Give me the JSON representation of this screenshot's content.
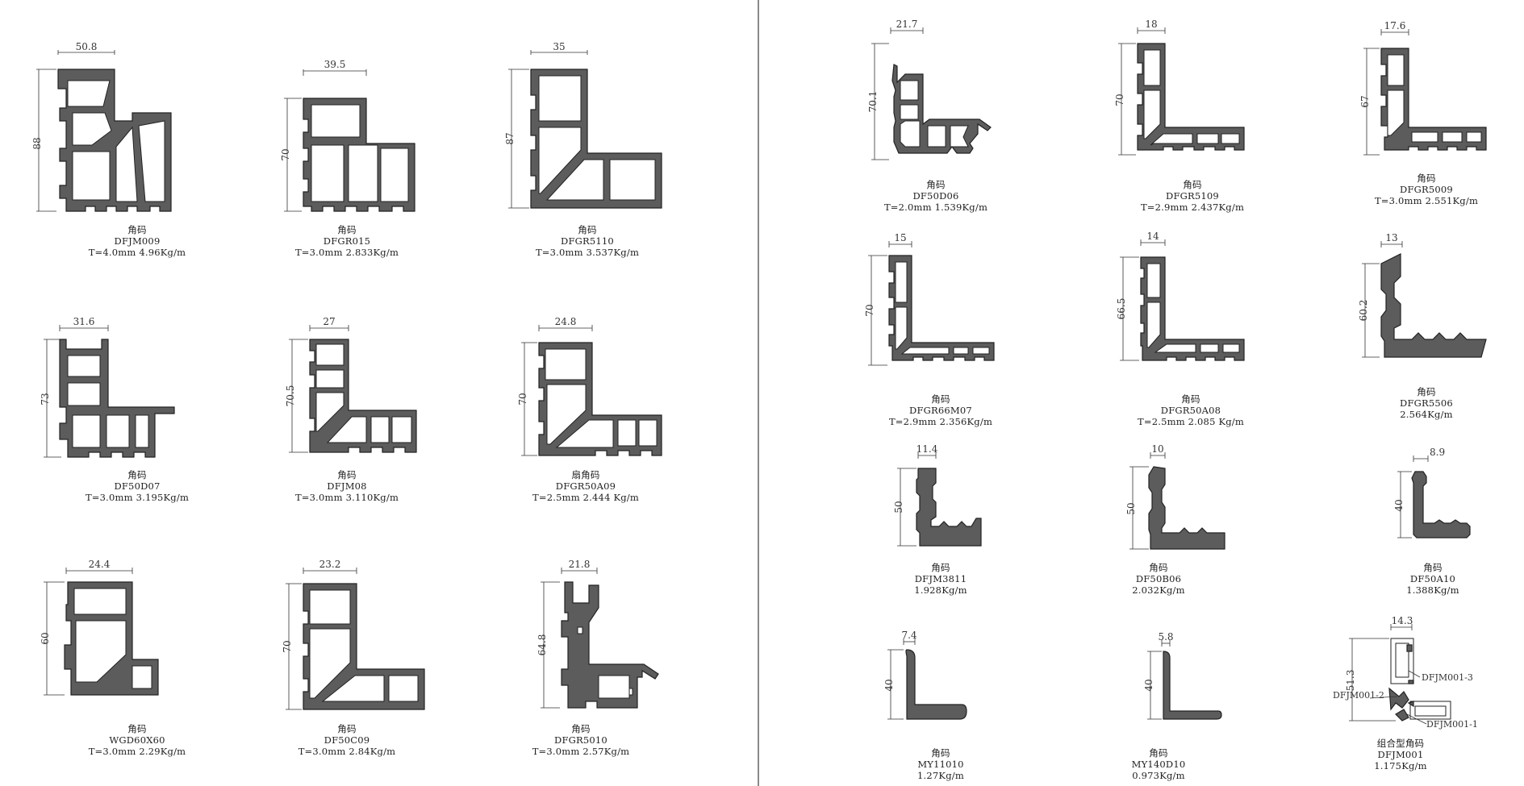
{
  "items": [
    {
      "title": "角码",
      "code": "DFJM009",
      "spec": "T=4.0mm 4.96Kg/m",
      "w": "50.8",
      "h": "88"
    },
    {
      "title": "角码",
      "code": "DFGR015",
      "spec": "T=3.0mm 2.833Kg/m",
      "w": "39.5",
      "h": "70"
    },
    {
      "title": "角码",
      "code": "DFGR5110",
      "spec": "T=3.0mm 3.537Kg/m",
      "w": "35",
      "h": "87"
    },
    {
      "title": "角码",
      "code": "DF50D07",
      "spec": "T=3.0mm 3.195Kg/m",
      "w": "31.6",
      "h": "73"
    },
    {
      "title": "角码",
      "code": "DFJM08",
      "spec": "T=3.0mm 3.110Kg/m",
      "w": "27",
      "h": "70.5"
    },
    {
      "title": "扇角码",
      "code": "DFGR50A09",
      "spec": "T=2.5mm 2.444 Kg/m",
      "w": "24.8",
      "h": "70"
    },
    {
      "title": "角码",
      "code": "WGD60X60",
      "spec": "T=3.0mm 2.29Kg/m",
      "w": "24.4",
      "h": "60"
    },
    {
      "title": "角码",
      "code": "DF50C09",
      "spec": "T=3.0mm 2.84Kg/m",
      "w": "23.2",
      "h": "70"
    },
    {
      "title": "角码",
      "code": "DFGR5010",
      "spec": "T=3.0mm 2.57Kg/m",
      "w": "21.8",
      "h": "64.8"
    },
    {
      "title": "角码",
      "code": "DF50D06",
      "spec": "T=2.0mm 1.539Kg/m",
      "w": "21.7",
      "h": "70.1"
    },
    {
      "title": "角码",
      "code": "DFGR5109",
      "spec": "T=2.9mm 2.437Kg/m",
      "w": "18",
      "h": "70"
    },
    {
      "title": "角码",
      "code": "DFGR5009",
      "spec": "T=3.0mm 2.551Kg/m",
      "w": "17.6",
      "h": "67"
    },
    {
      "title": "角码",
      "code": "DFGR66M07",
      "spec": "T=2.9mm 2.356Kg/m",
      "w": "15",
      "h": "70"
    },
    {
      "title": "角码",
      "code": "DFGR50A08",
      "spec": "T=2.5mm 2.085 Kg/m",
      "w": "14",
      "h": "66.5"
    },
    {
      "title": "角码",
      "code": "DFGR5506",
      "spec": "2.564Kg/m",
      "w": "13",
      "h": "60.2"
    },
    {
      "title": "角码",
      "code": "DFJM3811",
      "spec": "1.928Kg/m",
      "w": "11.4",
      "h": "50"
    },
    {
      "title": "角码",
      "code": "DF50B06",
      "spec": "2.032Kg/m",
      "w": "10",
      "h": "50"
    },
    {
      "title": "角码",
      "code": "DF50A10",
      "spec": "1.388Kg/m",
      "w": "8.9",
      "h": "40"
    },
    {
      "title": "角码",
      "code": "MY11010",
      "spec": "1.27Kg/m",
      "w": "7.4",
      "h": "40"
    },
    {
      "title": "角码",
      "code": "MY140D10",
      "spec": "0.973Kg/m",
      "w": "5.8",
      "h": "40"
    },
    {
      "title": "组合型角码",
      "code": "DFJM001",
      "spec": "1.175Kg/m",
      "w": "14.3",
      "h": "51.3",
      "callouts": [
        "DFJM001-3",
        "DFJM001-2",
        "DFJM001-1"
      ]
    }
  ]
}
